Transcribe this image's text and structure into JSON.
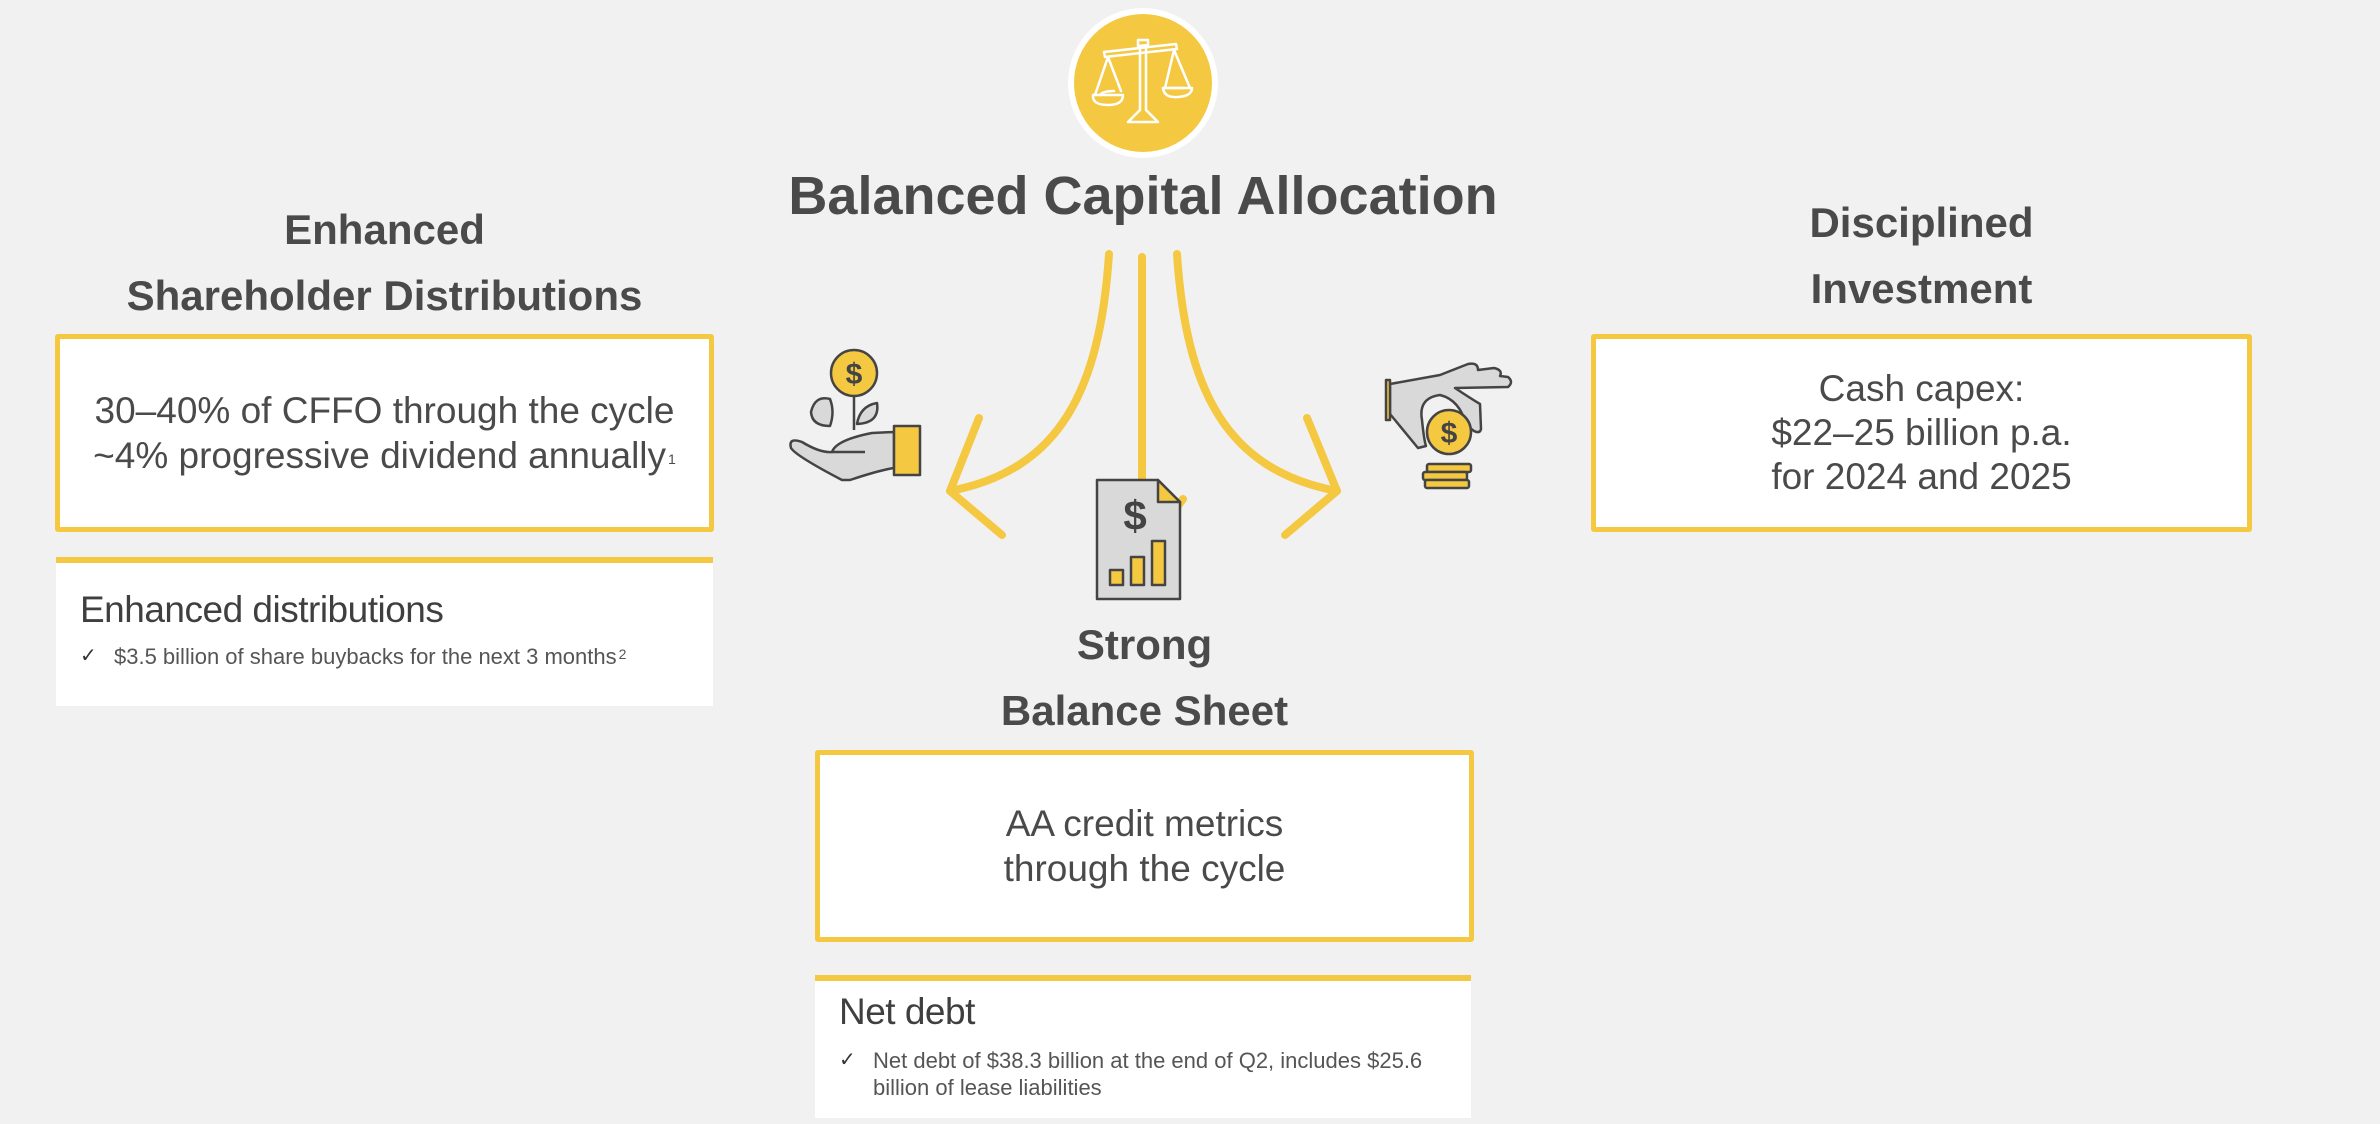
{
  "main": {
    "title": "Balanced Capital Allocation",
    "emblem_icon": "scales-of-justice-icon"
  },
  "left": {
    "title_lines": [
      "Enhanced",
      "Shareholder Distributions"
    ],
    "icon": "hand-with-money-plant-icon",
    "box_lines": [
      "30–40% of CFFO through the cycle",
      "~4% progressive dividend annually"
    ],
    "box_footnote": "1",
    "panel": {
      "title": "Enhanced distributions",
      "check_icon": "✓",
      "items": [
        {
          "text": "$3.5 billion of share buybacks for the next 3 months",
          "footnote": "2"
        }
      ]
    }
  },
  "center": {
    "title_lines": [
      "Strong",
      "Balance Sheet"
    ],
    "icon": "financial-report-document-icon",
    "box_lines": [
      "AA credit metrics",
      "through the cycle"
    ],
    "panel": {
      "title": "Net debt",
      "check_icon": "✓",
      "items": [
        {
          "text": "Net debt of $38.3 billion at the end of Q2, includes $25.6 billion of lease liabilities"
        }
      ]
    }
  },
  "right": {
    "title_lines": [
      "Disciplined",
      "Investment"
    ],
    "icon": "hand-placing-coin-icon",
    "box_lines": [
      "Cash capex:",
      "$22–25 billion p.a.",
      "for 2024 and 2025"
    ]
  },
  "colors": {
    "accent_yellow": "#f5c842",
    "text_dark": "#4a4a4a",
    "background": "#f1f1f1",
    "icon_gray_fill": "#d9d9d9",
    "icon_outline": "#444444"
  }
}
